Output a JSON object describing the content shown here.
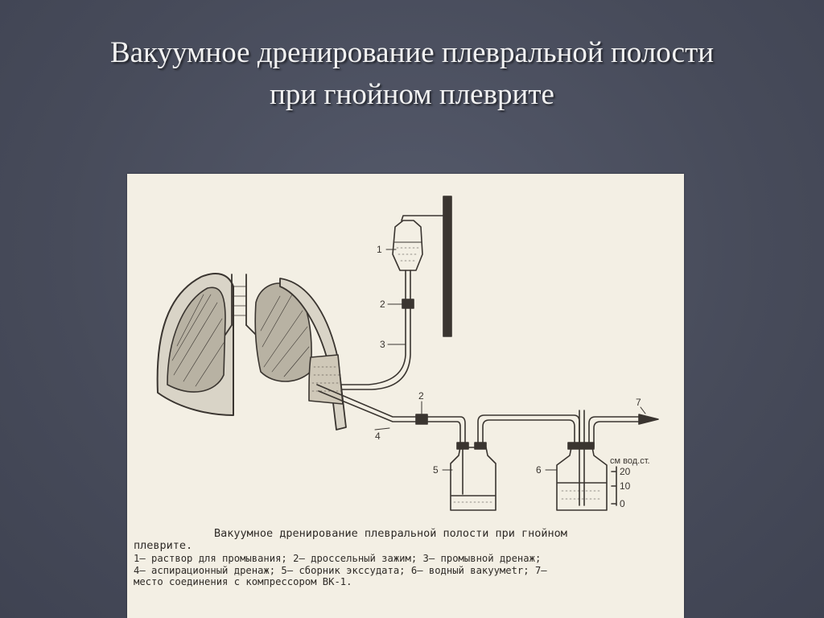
{
  "slide": {
    "title_line1": "Вакуумное дренирование плевральной полости",
    "title_line2": "при гнойном плеврите"
  },
  "figure": {
    "labels": {
      "n1": "1",
      "n2a": "2",
      "n2b": "2",
      "n3": "3",
      "n4": "4",
      "n5": "5",
      "n6": "6",
      "n7": "7"
    },
    "scale": {
      "unit": "см вод.ст.",
      "ticks": [
        "20",
        "10",
        "0"
      ]
    },
    "caption": {
      "title_line1": "Вакуумное дренирование плевральной полости при гнойном",
      "title_line2": "плеврите.",
      "legend_line1": "1— раствор для промывания; 2— дроссельный зажим; 3— промывной дренаж;",
      "legend_line2": "4— аспирационный дренаж; 5— сборник экссудата; 6— водный вакуумetr; 7—",
      "legend_line3": "место соединения с компрессором ВК-1."
    }
  }
}
